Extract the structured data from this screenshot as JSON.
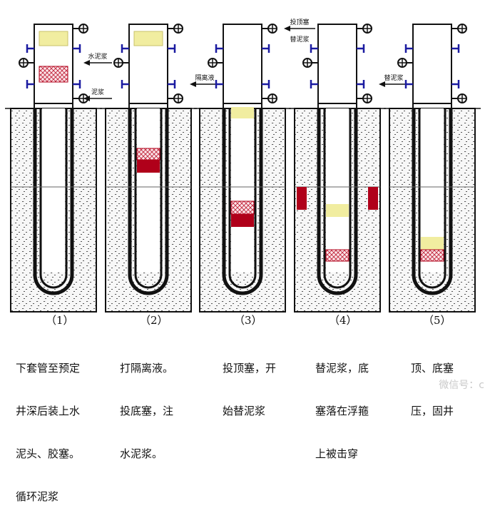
{
  "stages": [
    {
      "number": "（1）",
      "caption": [
        "下套管至预定",
        "井深后装上水",
        "泥头、胶塞。",
        "循环泥浆"
      ]
    },
    {
      "number": "（2）",
      "caption": [
        "打隔离液。",
        "投底塞，注",
        "水泥浆。"
      ]
    },
    {
      "number": "（3）",
      "caption": [
        "投顶塞，开",
        "始替泥浆"
      ]
    },
    {
      "number": "（4）",
      "caption": [
        "替泥浆，底",
        "塞落在浮箍",
        "上被击穿"
      ]
    },
    {
      "number": "（5）",
      "caption": [
        "顶、底塞",
        "压，固井"
      ]
    }
  ],
  "arrow_labels": {
    "cement": "水泥浆",
    "mud": "泥浆",
    "spacer": "隔离液",
    "top_plug": "投顶塞",
    "displace": "替泥浆",
    "displace2": "替泥浆"
  },
  "watermark": "微信号：c",
  "colors": {
    "plug_red": "#b0001a",
    "plug_yellow": "#f1eda0",
    "valve_blue": "#1a1aa0",
    "line": "#111111"
  }
}
